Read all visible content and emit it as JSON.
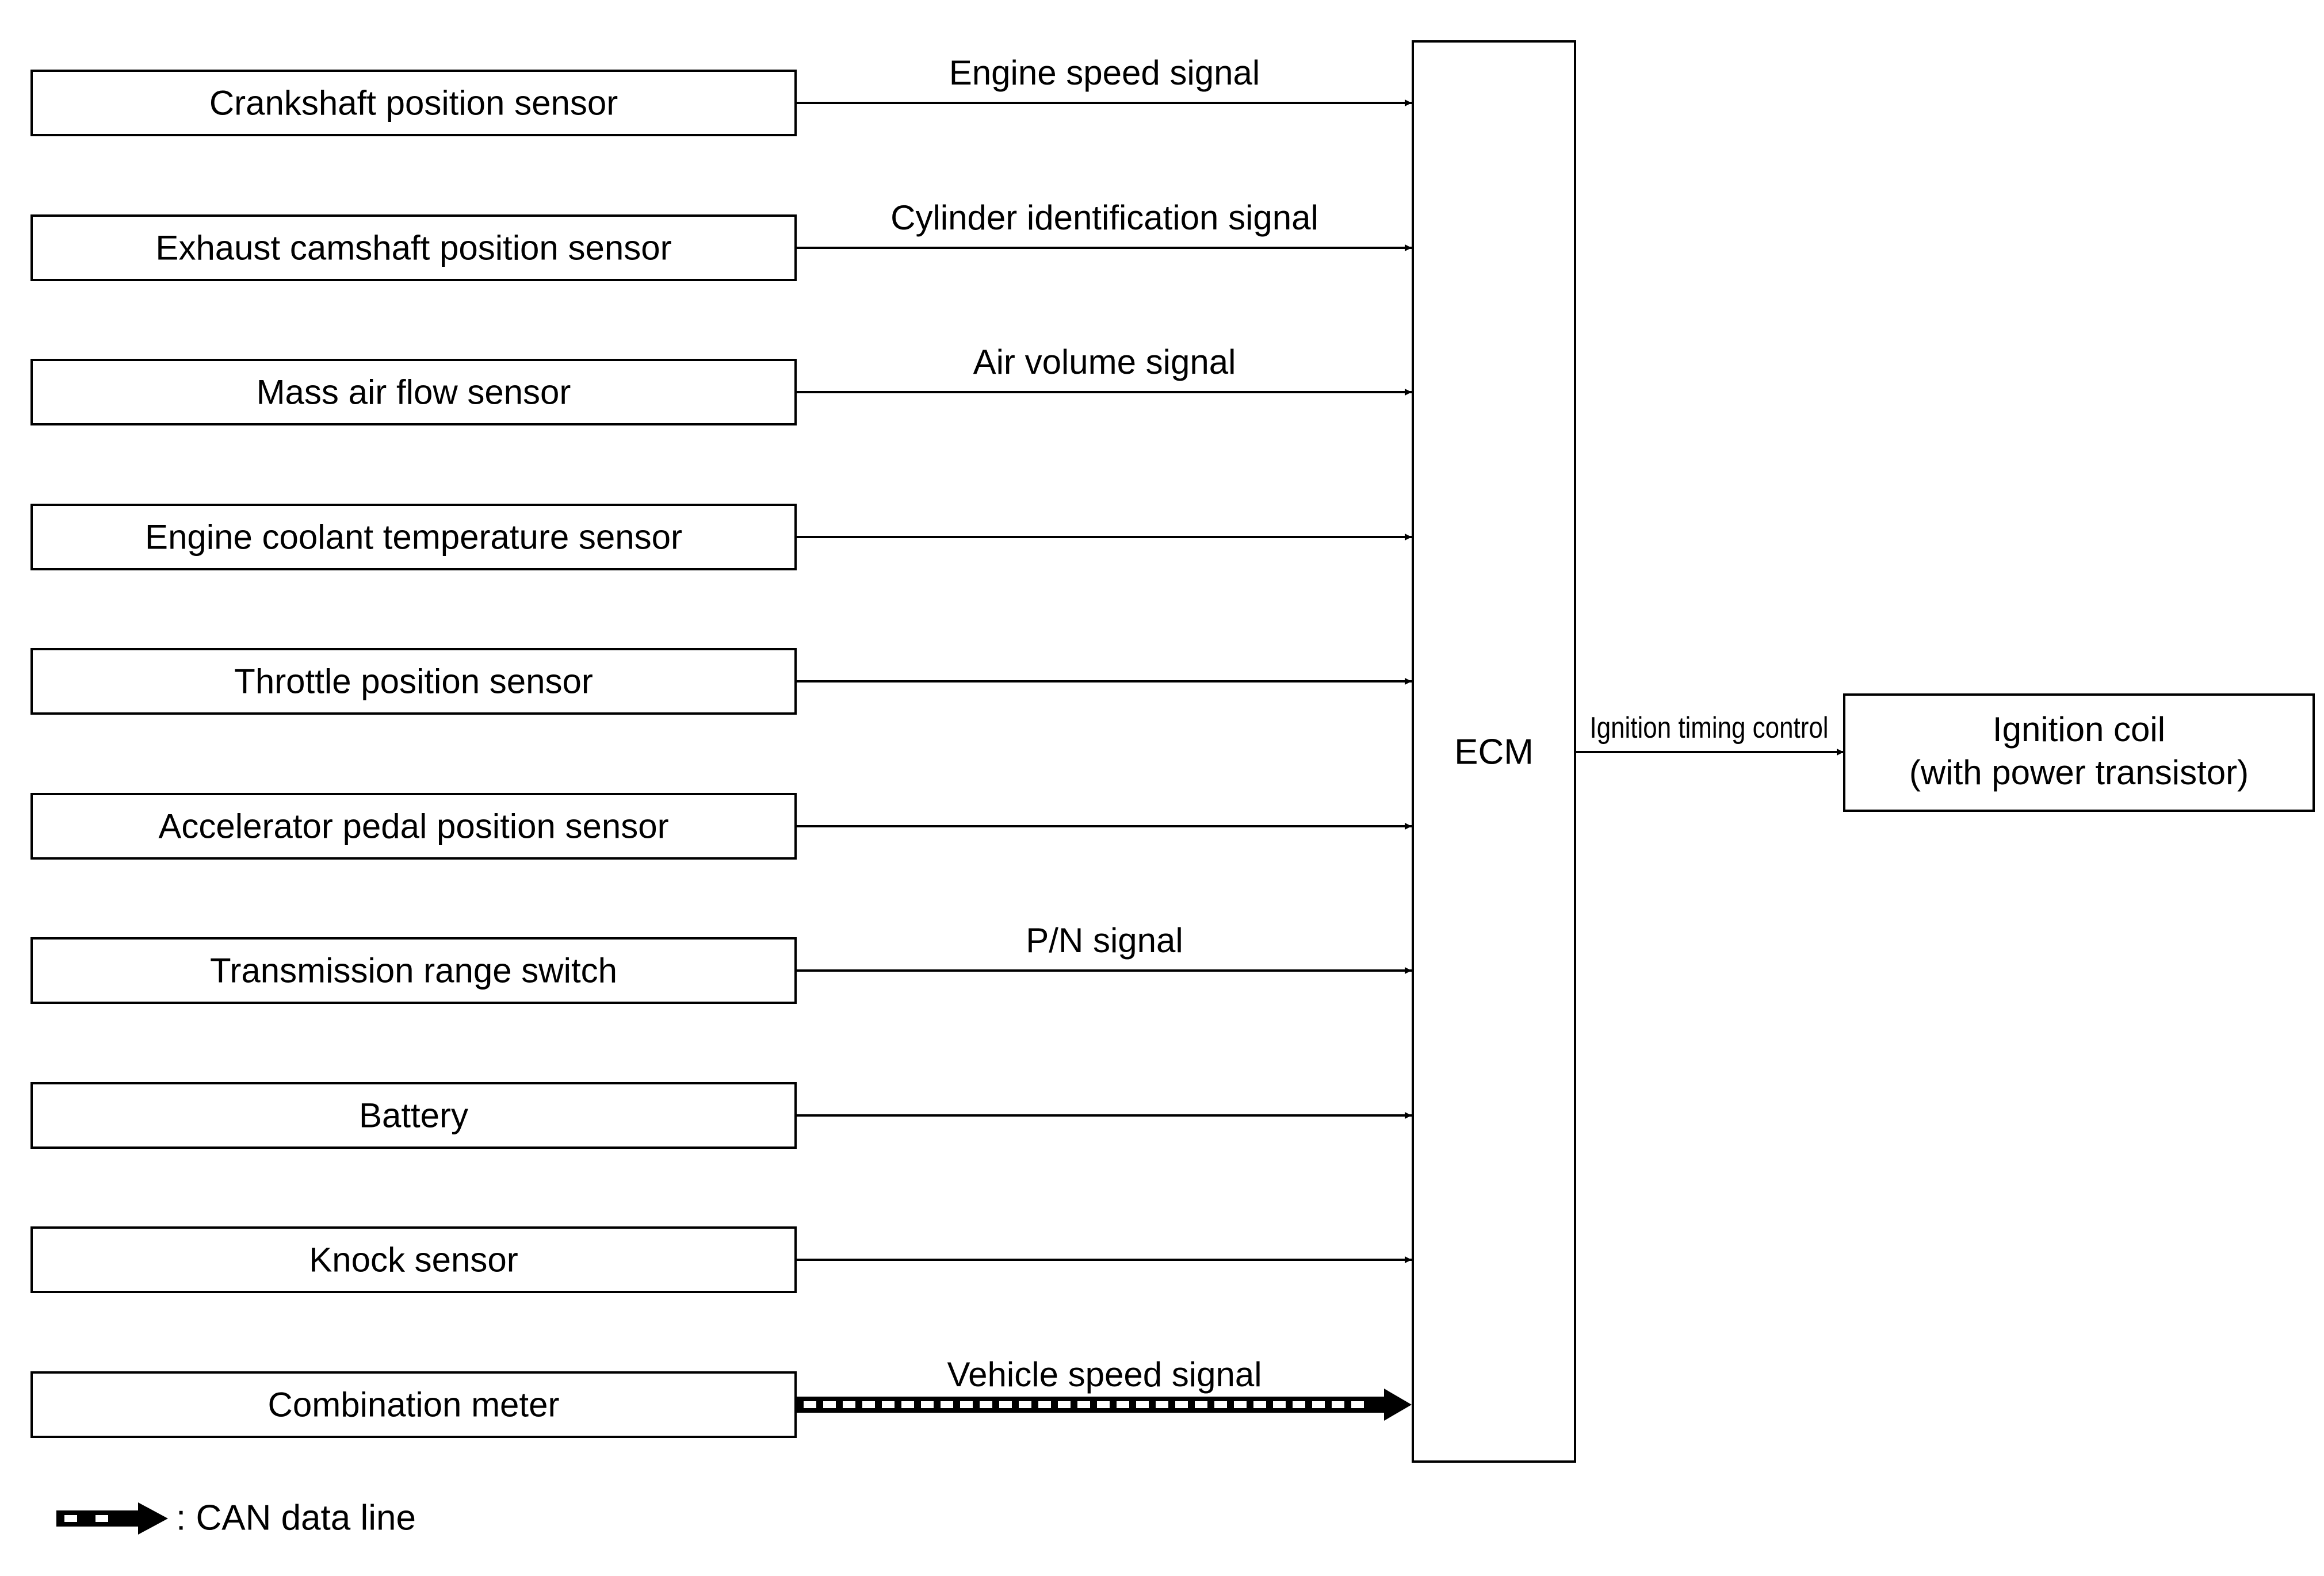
{
  "sensors": [
    {
      "label": "Crankshaft position sensor",
      "signal": "Engine speed signal",
      "can": false
    },
    {
      "label": "Exhaust camshaft position sensor",
      "signal": "Cylinder identification signal",
      "can": false
    },
    {
      "label": "Mass air flow sensor",
      "signal": "Air volume signal",
      "can": false
    },
    {
      "label": "Engine coolant temperature sensor",
      "signal": "",
      "can": false
    },
    {
      "label": "Throttle position sensor",
      "signal": "",
      "can": false
    },
    {
      "label": "Accelerator pedal position sensor",
      "signal": "",
      "can": false
    },
    {
      "label": "Transmission range switch",
      "signal": "P/N signal",
      "can": false
    },
    {
      "label": "Battery",
      "signal": "",
      "can": false
    },
    {
      "label": "Knock sensor",
      "signal": "",
      "can": false
    },
    {
      "label": "Combination meter",
      "signal": "Vehicle speed signal",
      "can": true
    }
  ],
  "ecm": {
    "label": "ECM"
  },
  "output": {
    "signal": "Ignition timing control",
    "label_line1": "Ignition coil",
    "label_line2": "(with power transistor)"
  },
  "legend": {
    "label": ": CAN data line"
  },
  "colors": {
    "line": "#000000",
    "background": "#ffffff"
  }
}
